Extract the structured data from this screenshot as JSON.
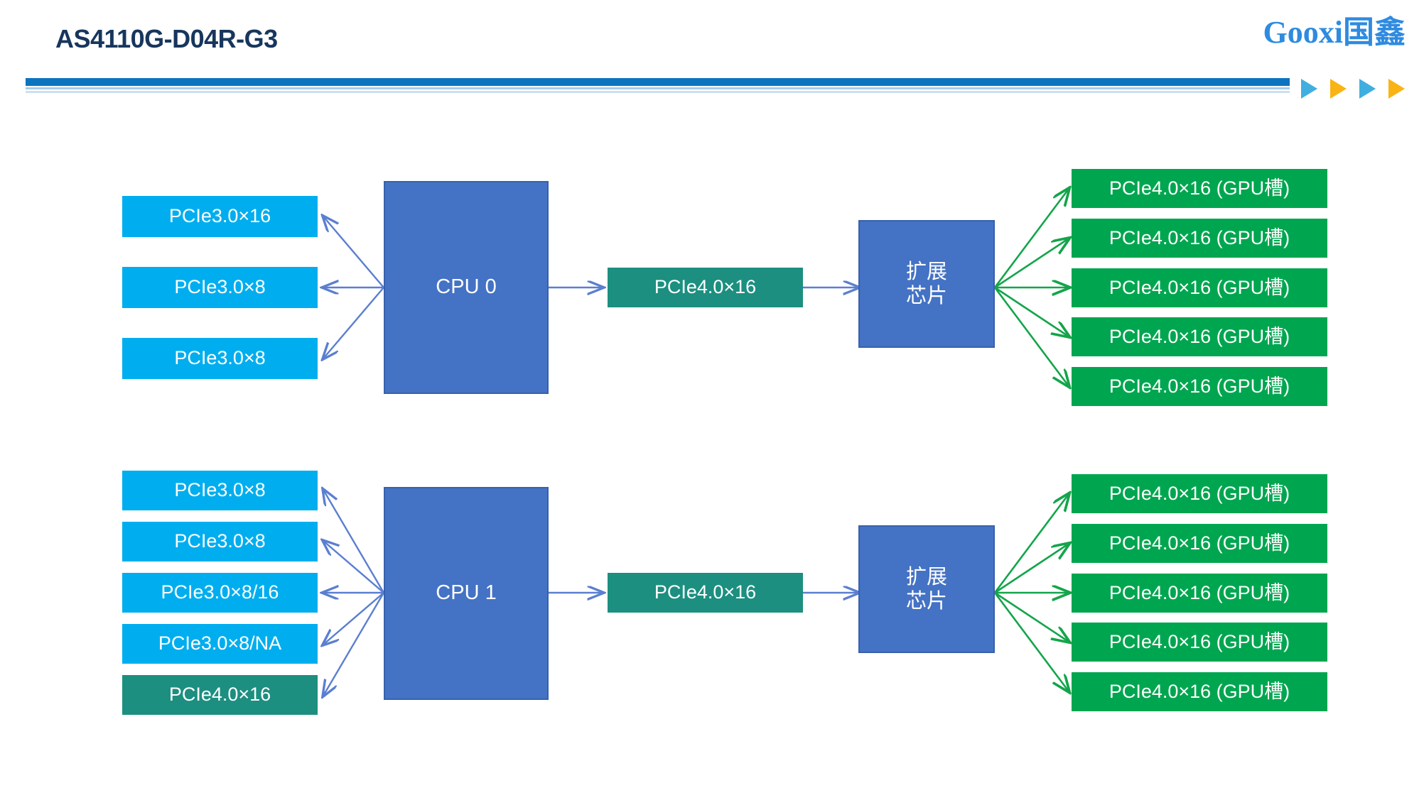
{
  "header": {
    "title": "AS4110G-D04R-G3",
    "logo_latin": "Gooxi",
    "logo_cn": "国鑫",
    "accent_bar_color": "#0C73BE",
    "triangles": [
      {
        "name": "triangle-1",
        "color": "#41AEE0"
      },
      {
        "name": "triangle-2",
        "color": "#F9B414"
      },
      {
        "name": "triangle-3",
        "color": "#41AEE0"
      },
      {
        "name": "triangle-4",
        "color": "#F9B414"
      }
    ]
  },
  "colors": {
    "cyan_slot": "#00AEEF",
    "teal_link": "#1C8F80",
    "green_gpu": "#00A64F",
    "cpu_blue": "#4472C4",
    "cpu_border": "#3861AC",
    "blue_arrow": "#5B7FD0",
    "green_arrow": "#13A54A",
    "title_navy": "#17365D",
    "logo_blue": "#2E8BE0"
  },
  "diagram": {
    "type": "block-diagram",
    "groups": [
      {
        "id": "cpu0-group",
        "cpu_label": "CPU 0",
        "left_slots": [
          "PCIe3.0×16",
          "PCIe3.0×8",
          "PCIe3.0×8"
        ],
        "left_slot_kinds": [
          "cyan",
          "cyan",
          "cyan"
        ],
        "uplink_label": "PCIe4.0×16",
        "switch_label_line1": "扩展",
        "switch_label_line2": "芯片",
        "gpu_slots": [
          "PCIe4.0×16 (GPU槽)",
          "PCIe4.0×16 (GPU槽)",
          "PCIe4.0×16 (GPU槽)",
          "PCIe4.0×16 (GPU槽)",
          "PCIe4.0×16 (GPU槽)"
        ]
      },
      {
        "id": "cpu1-group",
        "cpu_label": "CPU 1",
        "left_slots": [
          "PCIe3.0×8",
          "PCIe3.0×8",
          "PCIe3.0×8/16",
          "PCIe3.0×8/NA",
          "PCIe4.0×16"
        ],
        "left_slot_kinds": [
          "cyan",
          "cyan",
          "cyan",
          "cyan",
          "teal"
        ],
        "uplink_label": "PCIe4.0×16",
        "switch_label_line1": "扩展",
        "switch_label_line2": "芯片",
        "gpu_slots": [
          "PCIe4.0×16 (GPU槽)",
          "PCIe4.0×16 (GPU槽)",
          "PCIe4.0×16 (GPU槽)",
          "PCIe4.0×16 (GPU槽)",
          "PCIe4.0×16 (GPU槽)"
        ]
      }
    ]
  }
}
